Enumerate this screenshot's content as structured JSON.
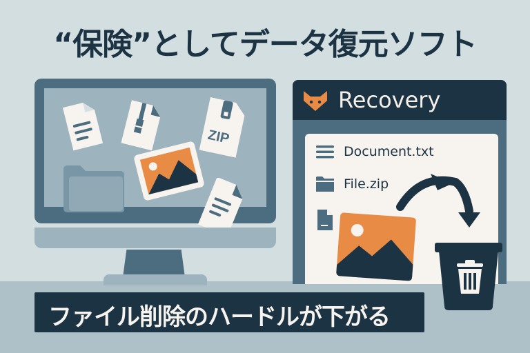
{
  "headline": "“保険”としてデータ復元ソフト",
  "caption": "ファイル削除のハードルが下がる",
  "desktop": {
    "icons": [
      "text-document-icon",
      "zip-file-icon",
      "zip-file-icon",
      "image-file-icon",
      "folder-icon",
      "text-document-icon"
    ],
    "zip_label": "ZIP"
  },
  "recovery_app": {
    "title": "Recovery",
    "logo": "fox-logo-icon",
    "files": [
      {
        "icon": "list-icon",
        "name": "Document.txt"
      },
      {
        "icon": "folder-icon",
        "name": "File.zip"
      },
      {
        "icon": "file-icon",
        "name": ""
      }
    ],
    "dragged_item": "image-file-icon",
    "target": "trash-icon"
  },
  "colors": {
    "background": "#d3dee1",
    "navy": "#1c3344",
    "slate": "#4c6c80",
    "orange": "#e88b45",
    "paper": "#f7f3ee"
  }
}
